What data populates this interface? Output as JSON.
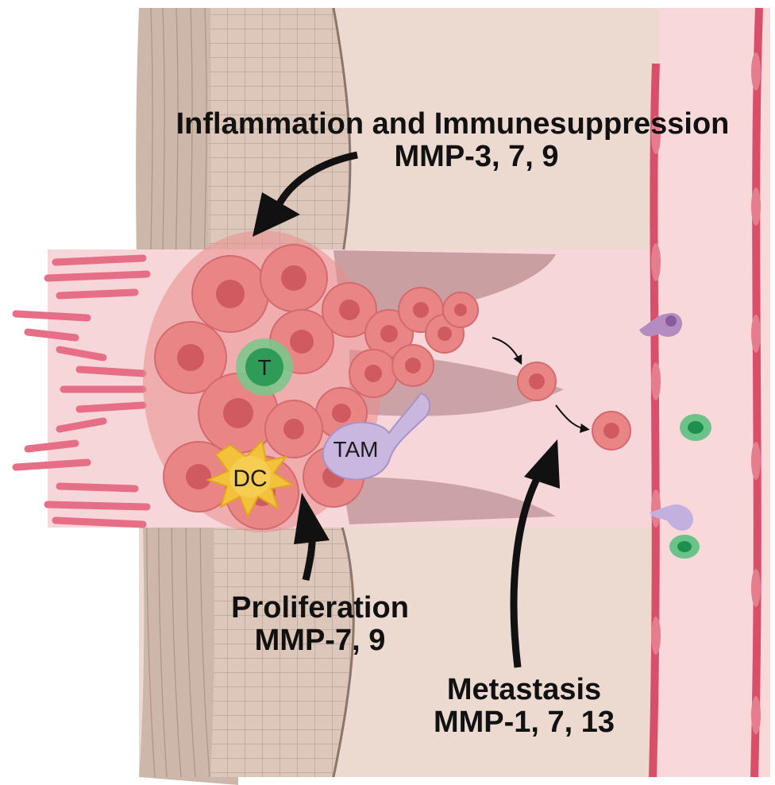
{
  "labels": {
    "inflammation_title": "Inflammation and Immunesuppression",
    "inflammation_mmp": "MMP-3, 7, 9",
    "proliferation_title": "Proliferation",
    "proliferation_mmp": "MMP-7, 9",
    "metastasis_title": "Metastasis",
    "metastasis_mmp": "MMP-1, 7, 13"
  },
  "cells": {
    "t_cell": "T",
    "dendritic_cell": "DC",
    "macrophage": "TAM"
  },
  "colors": {
    "tissue_outer": "#d6c2b6",
    "tissue_inner": "#e6d2c6",
    "stroma": "#efdcd3",
    "vessel": "#f7d7d6",
    "vessel_wall": "#d94e6a",
    "tumor": "#e98585",
    "tumor_nucleus": "#cf5a5f",
    "t_cell": "#59b877",
    "dendritic": "#f3c23d",
    "macrophage": "#c9b7e0",
    "arrow": "#111111"
  }
}
